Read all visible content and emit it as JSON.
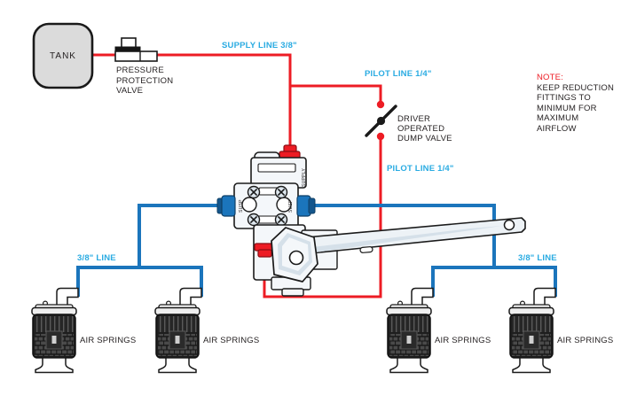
{
  "colors": {
    "supply_red": "#ED1C24",
    "line_blue": "#1B75BC",
    "label_blue": "#29ABE2",
    "text_black": "#231F20",
    "tank_fill": "#DBDBDB",
    "valve_body": "#F4F7FA"
  },
  "tank": {
    "label": "TANK"
  },
  "pressure_protection_valve": {
    "label_lines": [
      "PRESSURE",
      "PROTECTION",
      "VALVE"
    ]
  },
  "supply_line": {
    "label": "SUPPLY LINE 3/8\""
  },
  "pilot_line_upper": {
    "label": "PILOT LINE 1/4\""
  },
  "pilot_line_lower": {
    "label": "PILOT LINE 1/4\""
  },
  "dump_valve": {
    "label_lines": [
      "DRIVER",
      "OPERATED",
      "DUMP VALVE"
    ]
  },
  "note": {
    "title": "NOTE:",
    "lines": [
      "KEEP REDUCTION",
      "FITTINGS TO",
      "MINIMUM FOR",
      "MAXIMUM",
      "AIRFLOW"
    ]
  },
  "height_control_valve": {
    "supply_port": "SUPPLY",
    "susp_port_left": "SUSP",
    "susp_port_right": "SUSP"
  },
  "line_38_left": {
    "label": "3/8\" LINE"
  },
  "line_38_right": {
    "label": "3/8\" LINE"
  },
  "air_springs": {
    "labels": [
      "AIR SPRINGS",
      "AIR SPRINGS",
      "AIR SPRINGS",
      "AIR SPRINGS"
    ]
  }
}
